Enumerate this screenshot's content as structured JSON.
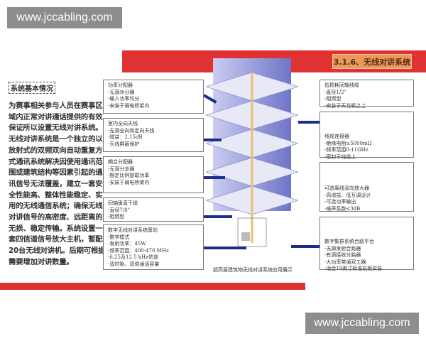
{
  "watermark": "www.jccabling.com",
  "header": {
    "title": "3.1.6、无线对讲系统",
    "accent": "#e03232"
  },
  "overview": {
    "heading": "系统基本情况",
    "lines": [
      "为赛事相关参与人员在赛事区",
      "域内正常对讲通话提供的有效",
      "保证所以设置无线对讲系统。",
      "无线对讲系统是一个独立的以",
      "放射式的双频双向自动重复方",
      "式通讯系统解决因使用通讯范",
      "围或建筑结构等因素引起的通",
      "讯信号无法覆盖，建立一套安",
      "全性能高、整体性能稳定、实",
      "用的无线通信系统；确保无线",
      "对讲信号的高密度、远距离的",
      "无损、稳定传输。系统设置一",
      "套四信道信号放大主机，暂配",
      "20台无线对讲机。后期可根据",
      "需要增加对讲数量。"
    ]
  },
  "left_boxes": [
    {
      "title": "功率分配器",
      "items": [
        "-无源功分器",
        "-输入功率均分",
        "-安装于弱电桥架内"
      ]
    },
    {
      "title": "室内全向天线",
      "items": [
        "-无源全向和定向天线",
        "-增益：2.15dB",
        "-天线屏蔽保护"
      ]
    },
    {
      "title": "耦合分配器",
      "items": [
        "-无源分支器",
        "-额定比例提取功率",
        "-安装于弱电桥架内"
      ]
    },
    {
      "title": "同轴垂直干缆",
      "items": [
        "-直径7/8\"",
        "-阻燃型"
      ]
    },
    {
      "title": "数字无线对讲系统基站",
      "items": [
        "-数字模式",
        "-发射功率：45W",
        "-频率范围：400-470 MHz",
        "-6.25及12.5 kHz信道",
        "-双时隙、双倍通话容量"
      ]
    }
  ],
  "right_boxes": [
    {
      "title": "低损耗同轴线缆",
      "items": [
        "-直径1/2\"",
        "-阻燃型",
        "-安装于天花板之上"
      ]
    },
    {
      "title": "线缆连接器",
      "items": [
        "-绝缘电阻≥5000mΩ",
        "-频率范围0-11GHz",
        "-密封于线缆上"
      ]
    },
    {
      "title": "可选离线双向放大器",
      "items": [
        "-高增益、低互调设计",
        "-可选功率输出",
        "-噪声系数≤3dB"
      ]
    },
    {
      "title": "数字集群系统合路平台",
      "items": [
        "-无源发射合路器",
        "-有源接收分路器",
        "-大功率带通双工器",
        "-适合19英寸标准机柜安装"
      ]
    }
  ],
  "caption": "超高层建筑物无线对讲系统应用展示"
}
